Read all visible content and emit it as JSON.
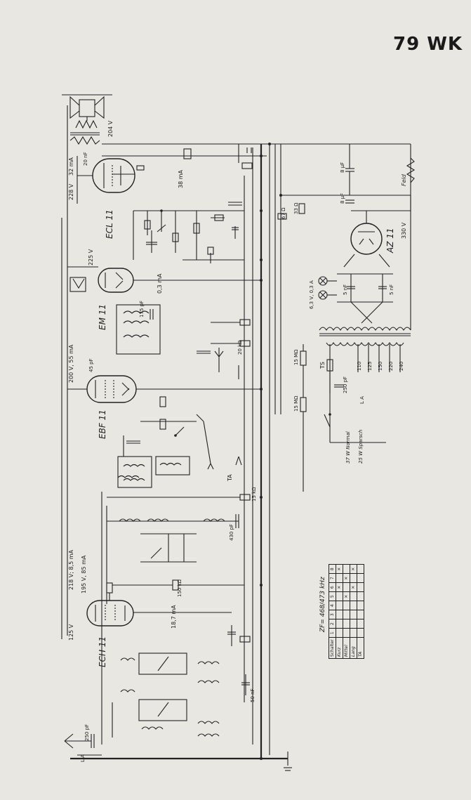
{
  "title": "79 WK",
  "tubes": {
    "ecl11": "ECL 11",
    "em11": "EM 11",
    "ebf11": "EBF 11",
    "ech11": "ECH 11",
    "az11": "AZ 11"
  },
  "labels": {
    "zf": "ZF= 468/473 kHz",
    "feld": "Feld",
    "v330": "330 V",
    "v204": "204 V",
    "v228": "228 V",
    "ma32": "32 mA",
    "ma38": "38 mA",
    "v225": "225 V",
    "ma03": "0,3 mA",
    "v200": "200 V, 55 mA",
    "v218": "218 V; 8,5 mA",
    "v195": "195 V, 85 mA",
    "ma187": "18,7 mA",
    "v125": "125 V",
    "lamp": "6,3 V, 0,3 A",
    "taps": [
      "110",
      "125",
      "150",
      "220",
      "240"
    ],
    "ts": "TS",
    "c250": "250 pF",
    "la_right": "L A",
    "normal": "37 W Normal",
    "sparsch": "25 W Sparsch",
    "ta": "TA",
    "la_left": "L A",
    "c250_left": "250 pF",
    "r33": "33 Ω",
    "r67": "67 Ω",
    "r15k": "15 kΩ",
    "r15ma": "15 MΩ",
    "r15mb": "15 MΩ",
    "r150k": "150 kΩ",
    "r20k": "20 kΩ",
    "c5nf_a": "5 nF",
    "c5nf_b": "5 nF",
    "c8uf": "8 µF",
    "c8uf_b": "8 µF",
    "c20nf": "20 nF",
    "c430": "430 pF",
    "c50nf": "50 nF",
    "c175": "175 pF",
    "c45": "45 pF"
  },
  "switch_table": {
    "header": [
      "Schalter",
      "1",
      "2",
      "3",
      "4",
      "5",
      "6",
      "7",
      "8"
    ],
    "rows": [
      {
        "name": "Kurz",
        "marks": [
          0,
          0,
          0,
          0,
          0,
          1,
          0,
          1
        ]
      },
      {
        "name": "Mittel",
        "marks": [
          0,
          0,
          0,
          0,
          1,
          0,
          1,
          0
        ]
      },
      {
        "name": "Lang",
        "marks": [
          0,
          0,
          0,
          0,
          0,
          1,
          0,
          1
        ]
      },
      {
        "name": "TA",
        "marks": [
          0,
          0,
          0,
          0,
          0,
          0,
          0,
          0
        ]
      }
    ]
  }
}
